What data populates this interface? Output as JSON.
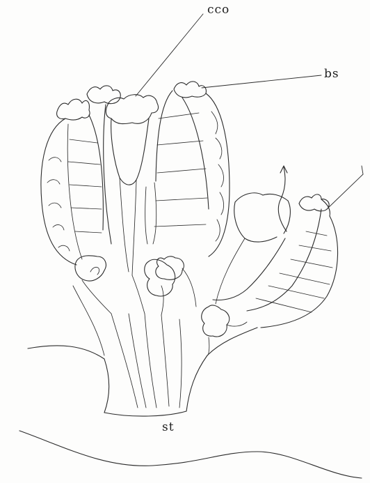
{
  "labels": {
    "cco": "cco",
    "bs": "bs",
    "st": "st"
  },
  "colors": {
    "ink": "#2a2a2a",
    "paper": "#fdfdfc"
  }
}
